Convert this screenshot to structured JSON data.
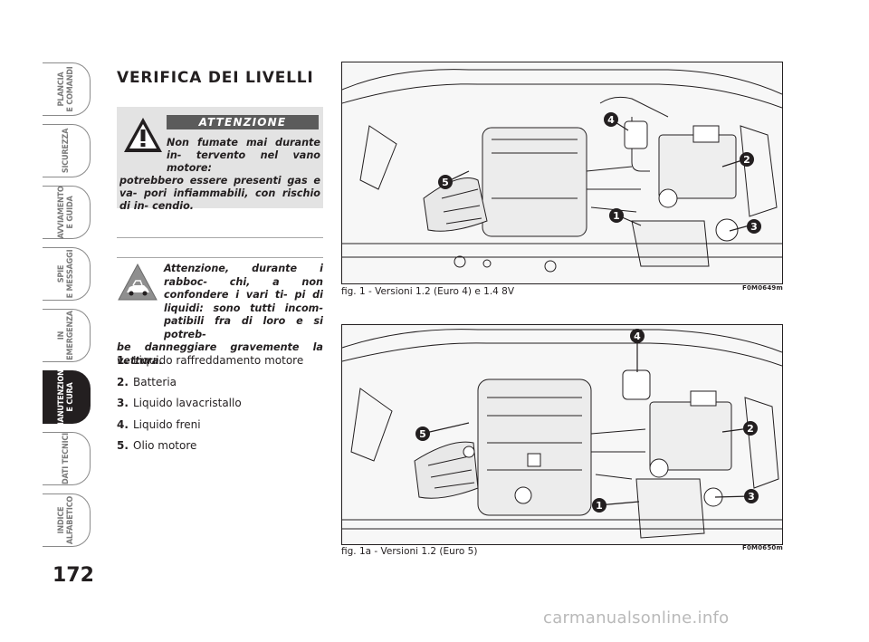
{
  "page_number": "172",
  "side_tabs": [
    {
      "line1": "PLANCIA",
      "line2": "E COMANDI",
      "active": false
    },
    {
      "line1": "SICUREZZA",
      "line2": "",
      "active": false
    },
    {
      "line1": "AVVIAMENTO",
      "line2": "E GUIDA",
      "active": false
    },
    {
      "line1": "SPIE",
      "line2": "E MESSAGGI",
      "active": false
    },
    {
      "line1": "IN",
      "line2": "EMERGENZA",
      "active": false
    },
    {
      "line1": "MANUTENZIONE",
      "line2": "E CURA",
      "active": true
    },
    {
      "line1": "DATI TECNICI",
      "line2": "",
      "active": false
    },
    {
      "line1": "INDICE",
      "line2": "ALFABETICO",
      "active": false
    }
  ],
  "section_title": "VERIFICA DEI LIVELLI",
  "warning": {
    "heading": "ATTENZIONE",
    "text_indented": "Non fumate mai durante in- tervento nel vano motore:",
    "text_rest": "potrebbero essere presenti gas e va- pori infiammabili, con rischio di in- cendio."
  },
  "caution": {
    "text_indented": "Attenzione, durante i rabboc- chi, a non confondere i vari ti- pi di liquidi: sono tutti incom- patibili fra di loro e si potreb-",
    "text_rest": "be danneggiare gravemente la vettura."
  },
  "legend": [
    {
      "num": "1.",
      "label": "Liquido raffreddamento motore"
    },
    {
      "num": "2.",
      "label": "Batteria"
    },
    {
      "num": "3.",
      "label": "Liquido lavacristallo"
    },
    {
      "num": "4.",
      "label": "Liquido freni"
    },
    {
      "num": "5.",
      "label": "Olio motore"
    }
  ],
  "figures": [
    {
      "caption": "fig. 1 - Versioni 1.2 (Euro 4) e 1.4 8V",
      "code": "F0M0649m",
      "callouts": [
        "1",
        "2",
        "3",
        "4",
        "5"
      ]
    },
    {
      "caption": "fig. 1a - Versioni 1.2 (Euro 5)",
      "code": "F0M0650m",
      "callouts": [
        "1",
        "2",
        "3",
        "4",
        "5"
      ]
    }
  ],
  "watermark": "carmanualsonline.info",
  "colors": {
    "text": "#231f20",
    "tab_border": "#8a8a8a",
    "active_tab": "#231f20",
    "warning_box": "#e3e3e3",
    "warning_bar": "#5b5b5b"
  }
}
